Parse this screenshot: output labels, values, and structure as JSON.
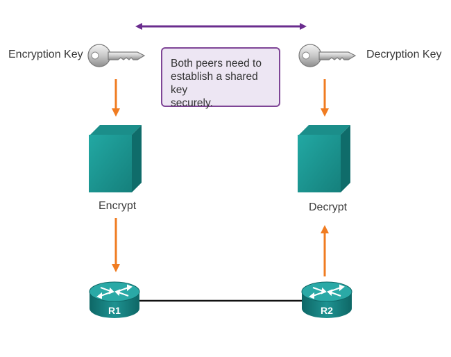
{
  "labels": {
    "encryption_key": "Encryption Key",
    "decryption_key": "Decryption Key",
    "encrypt": "Encrypt",
    "decrypt": "Decrypt"
  },
  "callout": {
    "lines": [
      "Both peers need to",
      "establish a shared key",
      "securely."
    ]
  },
  "routers": {
    "left": "R1",
    "right": "R2"
  },
  "colors": {
    "exchange_arrow": "#6a2c8e",
    "flow_arrow": "#f07c21",
    "box": "#1f9d99",
    "box_dark": "#0f6c6a",
    "router": "#1e9291",
    "callout_border": "#7f4596",
    "callout_fill": "#ede6f3",
    "link": "#111111"
  }
}
